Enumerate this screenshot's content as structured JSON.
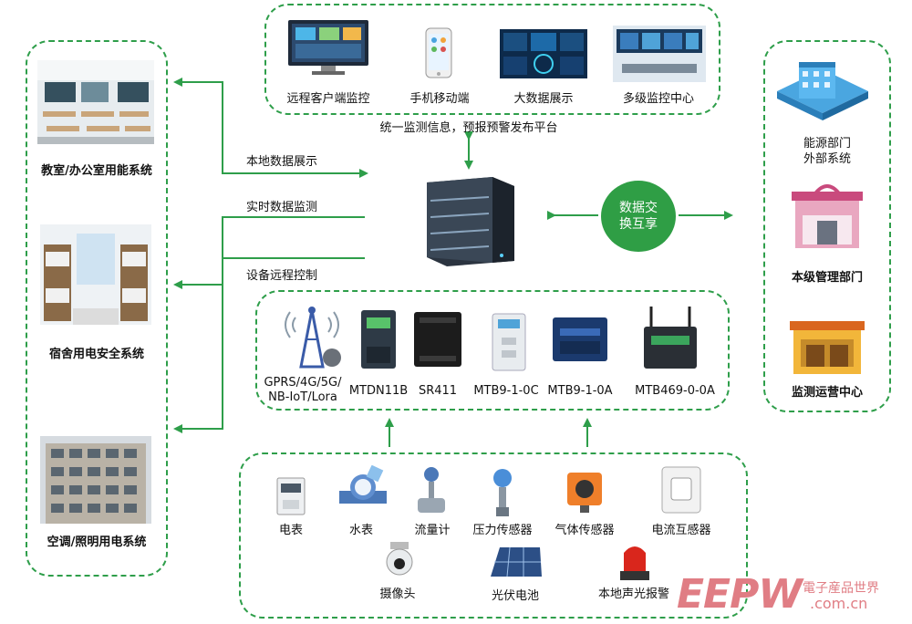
{
  "top_panel": {
    "items": [
      {
        "label": "远程客户端监控"
      },
      {
        "label": "手机移动端"
      },
      {
        "label": "大数据展示"
      },
      {
        "label": "多级监控中心"
      }
    ],
    "caption": "统一监测信息，预报预警发布平台"
  },
  "left_panel": {
    "items": [
      {
        "label": "教室/办公室用能系统"
      },
      {
        "label": "宿舍用电安全系统"
      },
      {
        "label": "空调/照明用电系统"
      }
    ]
  },
  "links": {
    "local_display": "本地数据展示",
    "realtime_monitor": "实时数据监测",
    "remote_control": "设备远程控制"
  },
  "exchange": {
    "line1": "数据交",
    "line2": "换互享"
  },
  "right_panel": {
    "items": [
      {
        "label_line1": "能源部门",
        "label_line2": "外部系统"
      },
      {
        "label": "本级管理部门"
      },
      {
        "label": "监测运营中心"
      }
    ]
  },
  "gateway_panel": {
    "network_label_line1": "GPRS/4G/5G/",
    "network_label_line2": "NB-IoT/Lora",
    "devices": [
      {
        "label": "MTDN11B"
      },
      {
        "label": "SR411"
      },
      {
        "label": "MTB9-1-0C"
      },
      {
        "label": "MTB9-1-0A"
      },
      {
        "label": "MTB469-0-0A"
      }
    ]
  },
  "sensor_panel": {
    "items": [
      {
        "label": "电表"
      },
      {
        "label": "水表"
      },
      {
        "label": "流量计"
      },
      {
        "label": "压力传感器"
      },
      {
        "label": "气体传感器"
      },
      {
        "label": "电流互感器"
      },
      {
        "label": "摄像头"
      },
      {
        "label": "光伏电池"
      },
      {
        "label": "本地声光报警"
      }
    ]
  },
  "watermark": {
    "text": "EEPW",
    "cn": "電子産品世界",
    "domain": ".com.cn"
  },
  "colors": {
    "accent": "#2e9e4a",
    "circle": "#2f9e45"
  }
}
